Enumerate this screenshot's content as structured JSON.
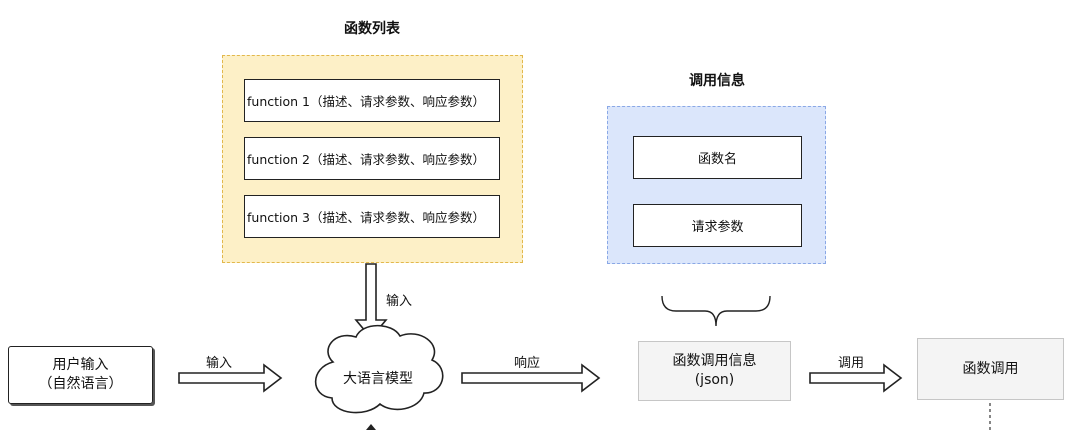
{
  "function_list": {
    "title": "函数列表",
    "items": [
      "function 1（描述、请求参数、响应参数）",
      "function 2（描述、请求参数、响应参数）",
      "function 3（描述、请求参数、响应参数）"
    ]
  },
  "call_info": {
    "title": "调用信息",
    "fields": [
      "函数名",
      "请求参数"
    ]
  },
  "user_input": {
    "line1": "用户输入",
    "line2": "（自然语言）"
  },
  "llm": {
    "label": "大语言模型"
  },
  "call_info_json": {
    "line1": "函数调用信息",
    "line2": "(json)"
  },
  "function_call": {
    "label": "函数调用"
  },
  "arrows": {
    "down_input": "输入",
    "user_to_llm": "输入",
    "llm_to_json": "响应",
    "json_to_call": "调用"
  },
  "colors": {
    "function_list_fill": "#fdf0c7",
    "function_list_border": "#e2b84c",
    "call_info_fill": "#dbe6fb",
    "call_info_border": "#8aa8e6",
    "grey_box_fill": "#f4f4f4"
  }
}
